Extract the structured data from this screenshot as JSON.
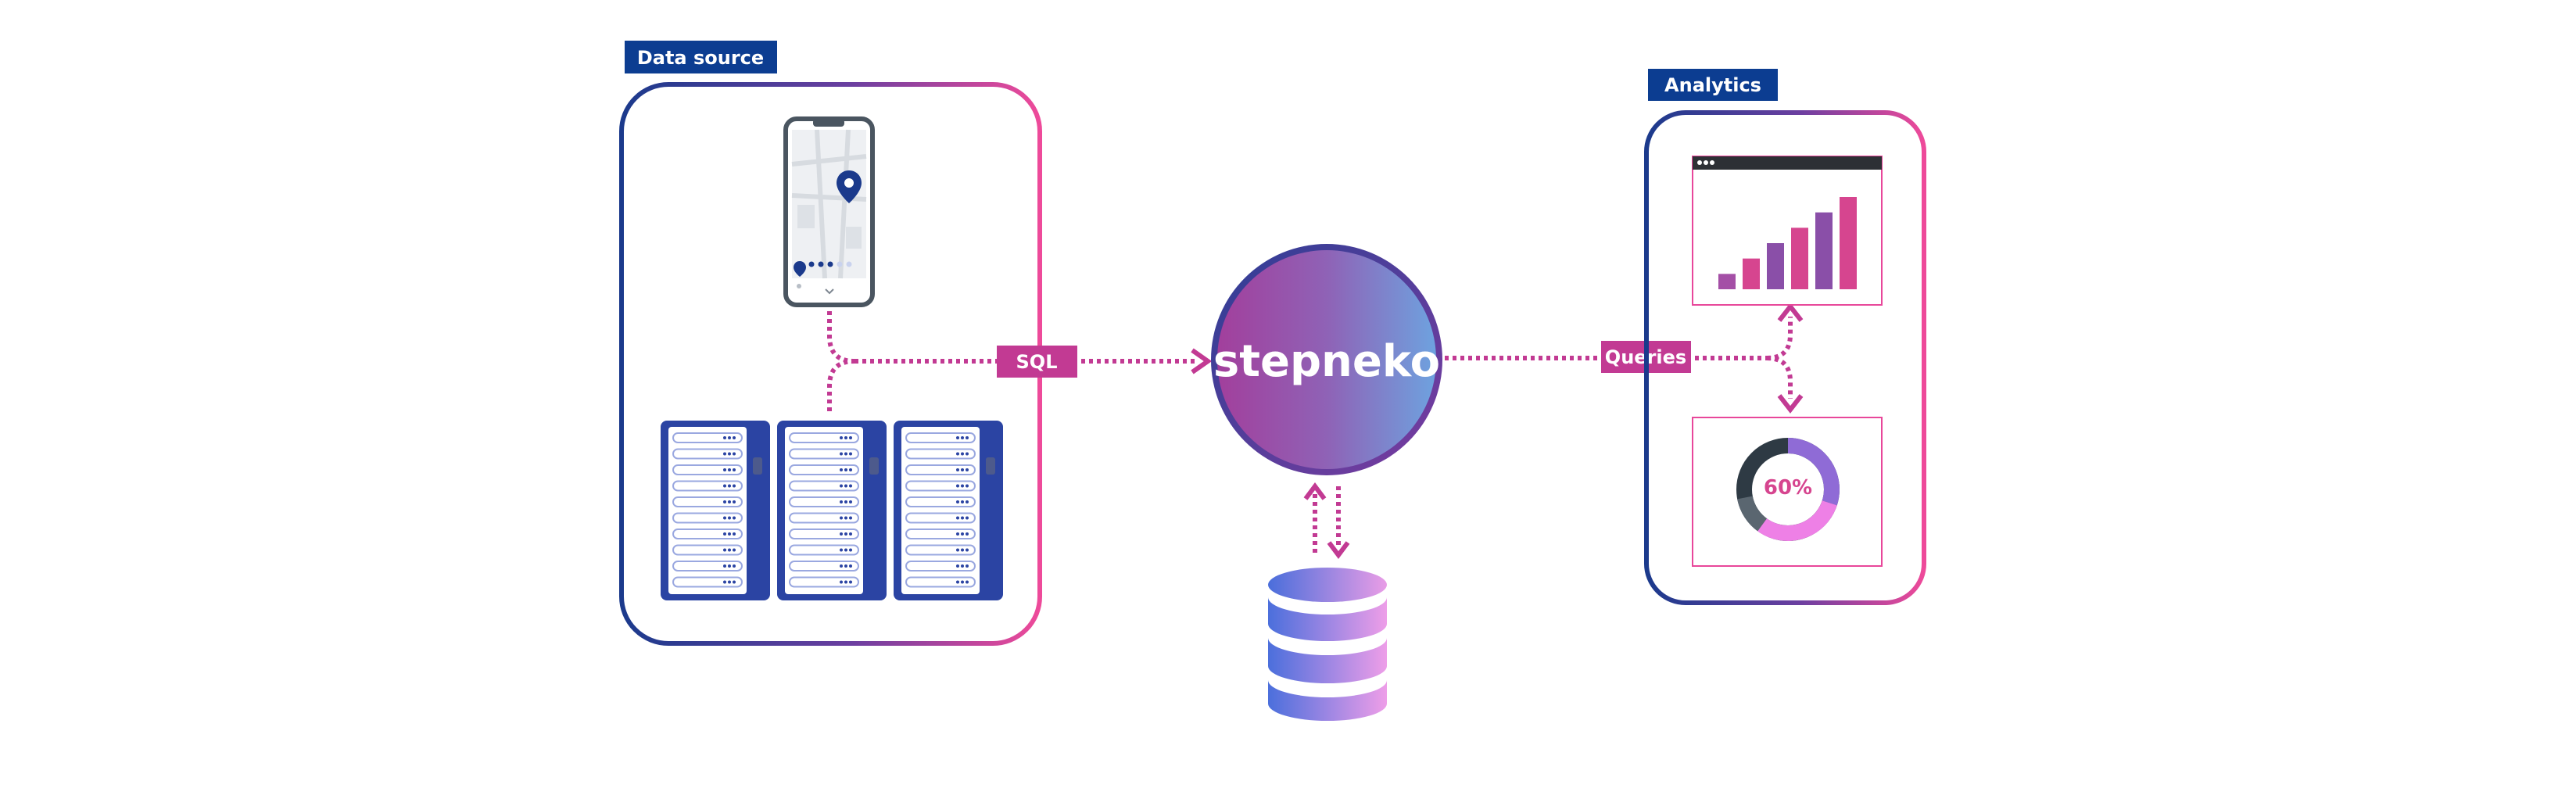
{
  "data_source": {
    "label": "Data source"
  },
  "analytics": {
    "label": "Analytics"
  },
  "connectors": {
    "sql_label": "SQL",
    "queries_label": "Queries"
  },
  "hub": {
    "name": "stepneko"
  },
  "donut": {
    "percent_label": "60%",
    "value_fraction": 0.6
  },
  "bar_chart": {
    "values": [
      1,
      2,
      3,
      4,
      5,
      6
    ]
  },
  "colors": {
    "navy": "#1b3a8c",
    "label_bg": "#0c3d91",
    "pink": "#e8479a",
    "magenta": "#c23a93",
    "purple": "#8e4fb3",
    "light_blue": "#6f9bdc"
  },
  "icons": {
    "phone": "smartphone-map-icon",
    "servers": "server-rack-icon",
    "database": "database-icon",
    "bar_chart": "bar-chart-icon",
    "donut_chart": "donut-chart-icon"
  }
}
